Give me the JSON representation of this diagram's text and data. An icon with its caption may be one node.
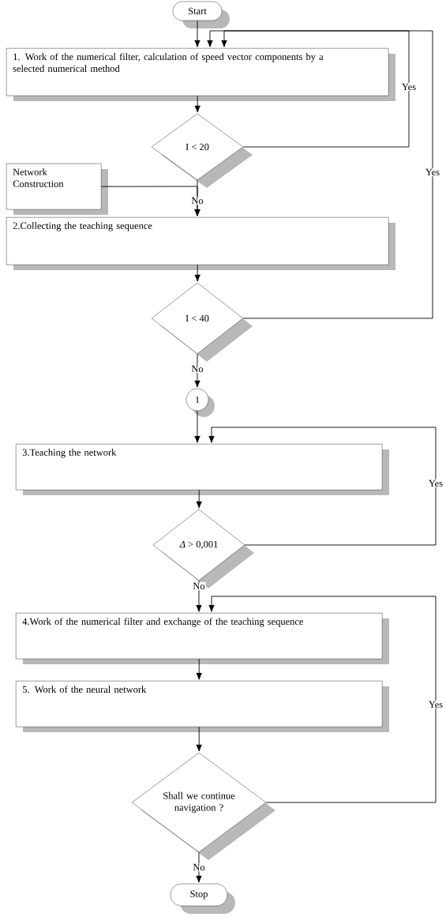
{
  "diagram": {
    "nodes": [
      {
        "text": [
          "Start"
        ]
      },
      {
        "text": [
          "1. Work of the numerical filter, calculation of speed vector components by a selected numerical method"
        ]
      },
      {
        "text": [
          "I < 20"
        ]
      },
      {
        "text": [
          "Network Construction"
        ]
      },
      {
        "text": [
          "2.Collecting the teaching sequence"
        ]
      },
      {
        "text": [
          "I < 40"
        ]
      },
      {
        "text": [
          "1"
        ]
      },
      {
        "text": [
          "3.Teaching the network"
        ]
      },
      {
        "text": [
          "*Δ* > 0,001"
        ]
      },
      {
        "text": [
          "4.Work of the numerical filter and exchange of the teaching sequence"
        ]
      },
      {
        "text": [
          "5. Work of the neural network"
        ]
      },
      {
        "text": [
          "Shall we continue navigation ?"
        ]
      },
      {
        "text": [
          "Stop"
        ]
      }
    ],
    "edges": [
      {
        "from": 0,
        "to": 1,
        "arrow": "to"
      },
      {
        "from": 1,
        "to": 2,
        "arrow": "to"
      },
      {
        "from": 2,
        "to": 1,
        "arrow": "to",
        "label": "Yes"
      },
      {
        "from": 3,
        "to": 4,
        "arrow": "to"
      },
      {
        "from": 2,
        "to": 4,
        "arrow": "to",
        "label": "No"
      },
      {
        "from": 4,
        "to": 5,
        "arrow": "to"
      },
      {
        "from": 5,
        "to": 1,
        "arrow": "to",
        "label": "Yes"
      },
      {
        "from": 5,
        "to": 6,
        "arrow": "to",
        "label": "No"
      },
      {
        "from": 6,
        "to": 7,
        "arrow": "to"
      },
      {
        "from": 7,
        "to": 8,
        "arrow": "to"
      },
      {
        "from": 8,
        "to": 7,
        "arrow": "to",
        "label": "Yes"
      },
      {
        "from": 8,
        "to": 9,
        "arrow": "to",
        "label": "No"
      },
      {
        "from": 9,
        "to": 10,
        "arrow": "to"
      },
      {
        "from": 10,
        "to": 11,
        "arrow": "to"
      },
      {
        "from": 11,
        "to": 9,
        "arrow": "to",
        "label": "Yes"
      },
      {
        "from": 11,
        "to": 12,
        "arrow": "to",
        "label": "No"
      }
    ]
  }
}
